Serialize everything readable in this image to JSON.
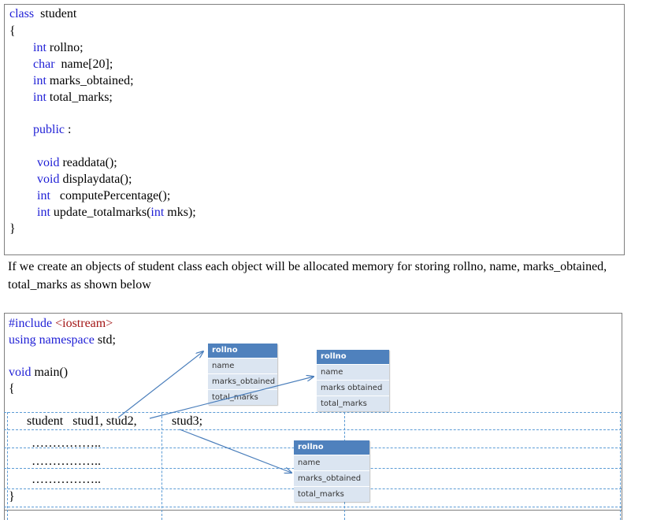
{
  "class_code": {
    "lines": [
      {
        "kw": "class",
        "text": "  student"
      },
      {
        "kw": "",
        "text": "{"
      },
      {
        "kw": "int",
        "text": " rollno;"
      },
      {
        "kw": "char",
        "text": "  name[20];"
      },
      {
        "kw": "int",
        "text": " marks_obtained;"
      },
      {
        "kw": "int",
        "text": " total_marks;"
      },
      {
        "kw": "public",
        "text": " :"
      },
      {
        "kw": "void",
        "text": " readdata();"
      },
      {
        "kw": "void",
        "text": " displaydata();"
      },
      {
        "kw": "int",
        "text": "   computePercentage();"
      },
      {
        "kw": "int",
        "text": " update_totalmarks("
      },
      {
        "kw": "int",
        "text": " mks);"
      },
      {
        "kw": "",
        "text": "}"
      }
    ]
  },
  "paragraph": "If we create an objects of student class each object will be allocated memory for storing rollno, name, marks_obtained, total_marks as shown below",
  "main_code": {
    "include_kw": "#include ",
    "include_lib": "<iostream>",
    "using_kw": "using namespace",
    "using_rest": " std;",
    "void_kw": "void",
    "main_rest": " main()",
    "open_brace": "{",
    "decl": "student   stud1, stud2,",
    "decl2": "stud3;",
    "dots1": "……………..",
    "dots2": "……………..",
    "dots3": "……………..",
    "close_brace": "}"
  },
  "objects": [
    {
      "header": "rollno",
      "rows": [
        "name",
        "marks_obtained",
        "total_marks"
      ]
    },
    {
      "header": "rollno",
      "rows": [
        "name",
        "marks obtained",
        "total_marks"
      ]
    },
    {
      "header": "rollno",
      "rows": [
        "name",
        "marks_obtained",
        "total_marks"
      ]
    }
  ],
  "colors": {
    "keyword": "#1f1fd6",
    "string": "#a31515",
    "table_header": "#4f81bd",
    "table_row": "#dbe5f1",
    "dashed_line": "#5b9bd5"
  }
}
